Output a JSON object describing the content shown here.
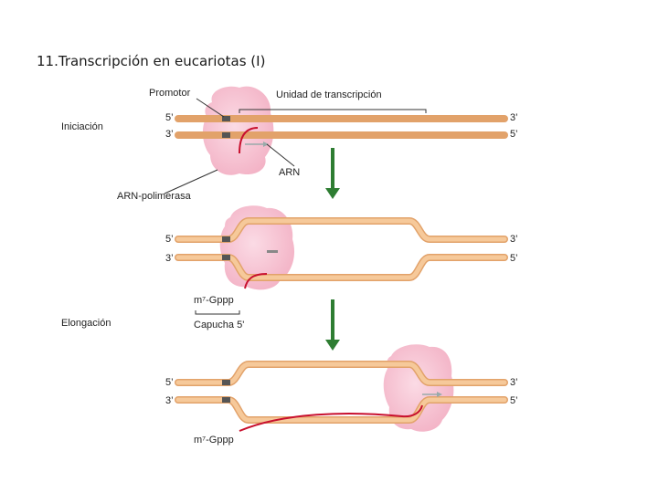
{
  "title": "11.Transcripción en eucariotas (I)",
  "stages": {
    "initiation": "Iniciación",
    "elongation": "Elongación"
  },
  "labels": {
    "promoter": "Promotor",
    "transcription_unit": "Unidad de transcripción",
    "rna": "ARN",
    "rna_polymerase": "ARN-polimerasa",
    "cap_7": "m⁷-Gppp",
    "cap_5": "Capucha 5'",
    "cap_bottom": "m⁷-Gppp"
  },
  "ends": {
    "p1": {
      "tl": "5’",
      "bl": "3’",
      "tr": "3’",
      "br": "5’"
    },
    "p2": {
      "tl": "5’",
      "bl": "3’",
      "tr": "3’",
      "br": "5’"
    },
    "p3": {
      "tl": "5’",
      "bl": "3’",
      "tr": "3’",
      "br": "5’"
    }
  },
  "colors": {
    "dna": "#f6c99a",
    "dna_edge": "#e2a26a",
    "polymerase": "#f6c4d3",
    "rna": "#c8102e",
    "arrow": "#2e7d32",
    "promoter_box": "#555555"
  }
}
